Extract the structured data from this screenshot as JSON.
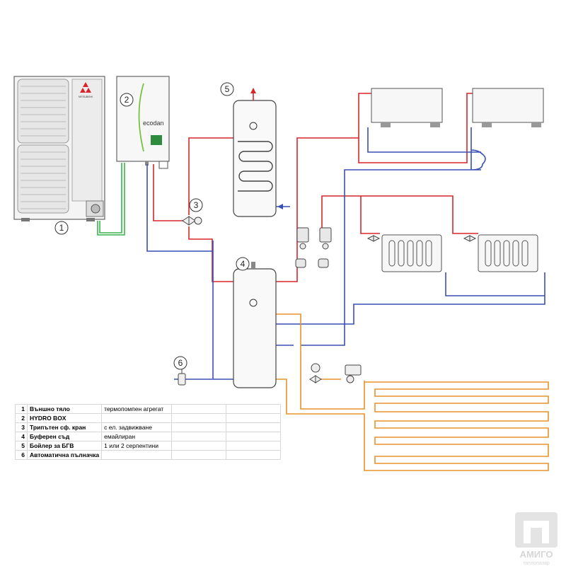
{
  "unit_labels": [
    "1",
    "2",
    "3",
    "4",
    "5",
    "6"
  ],
  "hydrobox_brand": "ecodan",
  "outdoor_brand": "MITSUBISHI",
  "logo_text": "АМИГО",
  "logo_subtext": "топлопазар",
  "legend": [
    {
      "num": "1",
      "title": "Външно тяло",
      "desc": "термопомпен агрегат"
    },
    {
      "num": "2",
      "title": "HYDRO BOX",
      "desc": ""
    },
    {
      "num": "3",
      "title": "Трипътен сф. кран",
      "desc": "с ел. задвижване"
    },
    {
      "num": "4",
      "title": "Буферен съд",
      "desc": "емайлиран"
    },
    {
      "num": "5",
      "title": "Бойлер за БГВ",
      "desc": "1 или 2 серпентини"
    },
    {
      "num": "6",
      "title": "Автоматична пълначка",
      "desc": ""
    }
  ],
  "colors": {
    "supply": "#d9252a",
    "return": "#3a4fb5",
    "floor": "#e8922a",
    "power": "#3cb44b"
  }
}
